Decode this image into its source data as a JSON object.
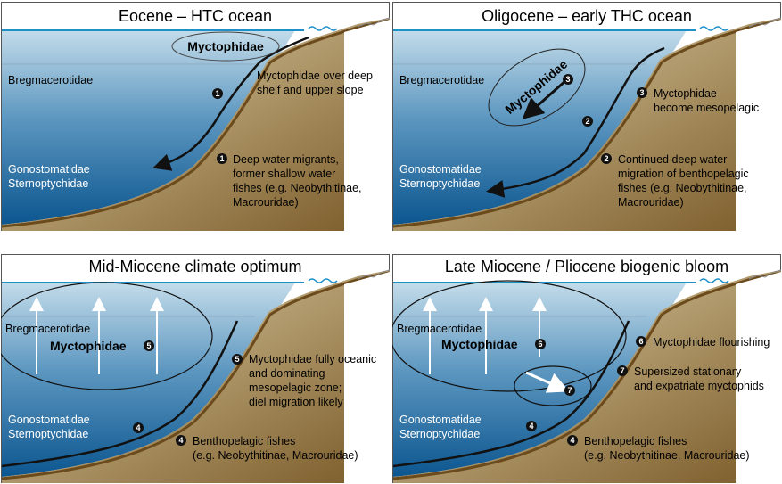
{
  "panels": [
    {
      "title": "Eocene – HTC ocean",
      "labels": {
        "bregmacerotidae": "Bregmacerotidae",
        "gonostomatidae": "Gonostomatidae",
        "sternoptychidae": "Sternoptychidae",
        "myctophidae": "Myctophidae"
      },
      "notes": [
        {
          "marker": "",
          "lines": [
            "Myctophidae over deep",
            "shelf and upper slope"
          ]
        },
        {
          "marker": "1",
          "lines": [
            "Deep water migrants,",
            "former shallow water",
            "fishes (e.g. Neobythitinae,",
            "Macrouridae)"
          ]
        }
      ]
    },
    {
      "title": "Oligocene – early THC ocean",
      "labels": {
        "bregmacerotidae": "Bregmacerotidae",
        "gonostomatidae": "Gonostomatidae",
        "sternoptychidae": "Sternoptychidae",
        "myctophidae": "Myctophidae"
      },
      "notes": [
        {
          "marker": "3",
          "lines": [
            "Myctophidae",
            "become mesopelagic"
          ]
        },
        {
          "marker": "2",
          "lines": [
            "Continued deep water",
            "migration of benthopelagic",
            "fishes (e.g. Neobythitinae,",
            "Macrouridae)"
          ]
        }
      ]
    },
    {
      "title": "Mid-Miocene climate optimum",
      "labels": {
        "bregmacerotidae": "Bregmacerotidae",
        "gonostomatidae": "Gonostomatidae",
        "sternoptychidae": "Sternoptychidae",
        "myctophidae": "Myctophidae"
      },
      "notes": [
        {
          "marker": "5",
          "lines": [
            "Myctophidae fully oceanic",
            "and dominating",
            "mesopelagic zone;",
            "diel migration likely"
          ]
        },
        {
          "marker": "4",
          "lines": [
            "Benthopelagic fishes",
            "(e.g. Neobythitinae, Macrouridae)"
          ]
        }
      ]
    },
    {
      "title": "Late Miocene / Pliocene biogenic bloom",
      "labels": {
        "bregmacerotidae": "Bregmacerotidae",
        "gonostomatidae": "Gonostomatidae",
        "sternoptychidae": "Sternoptychidae",
        "myctophidae": "Myctophidae"
      },
      "notes": [
        {
          "marker": "6",
          "lines": [
            "Myctophidae flourishing"
          ]
        },
        {
          "marker": "7",
          "lines": [
            "Supersized stationary",
            "and expatriate myctophids"
          ]
        },
        {
          "marker": "4",
          "lines": [
            "Benthopelagic fishes",
            "(e.g. Neobythitinae, Macrouridae)"
          ]
        }
      ]
    }
  ],
  "diagram_markers": {
    "p1": [
      "1"
    ],
    "p2": [
      "3",
      "2"
    ],
    "p3": [
      "5",
      "4"
    ],
    "p4": [
      "6",
      "7",
      "4"
    ]
  },
  "colors": {
    "water_top": "#bcd8e8",
    "water_bottom": "#0e5a92",
    "surface_line": "#1e90c8",
    "sediment": "#8b6a33",
    "sediment_light": "#d8c79e",
    "bottom_line": "#111111"
  }
}
